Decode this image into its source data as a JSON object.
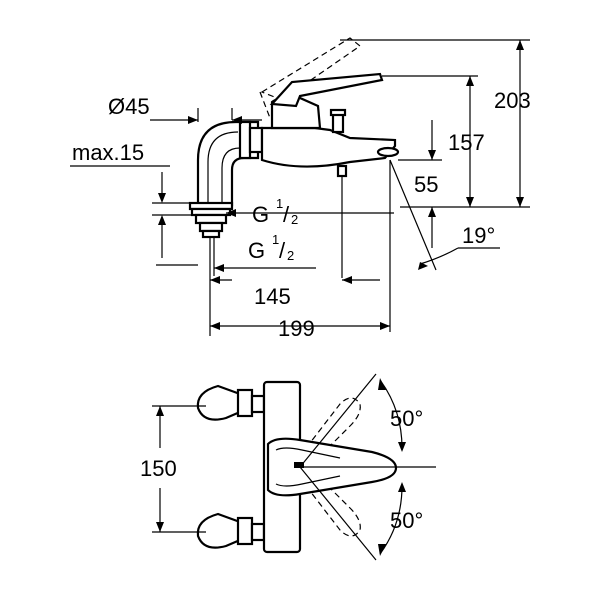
{
  "drawing": {
    "side_view": {
      "dim_diameter": "Ø45",
      "dim_max_thickness": "max.15",
      "thread_upper": "G",
      "thread_lower": "G",
      "thread_fraction_num": "1",
      "thread_fraction_den": "2",
      "dim_overall_height": "203",
      "dim_spout_height": "157",
      "dim_spout_outlet": "55",
      "dim_angle": "19°",
      "dim_spout_reach": "145",
      "dim_overall_width": "199"
    },
    "top_view": {
      "dim_centers": "150",
      "dim_angle_up": "50°",
      "dim_angle_down": "50°"
    }
  }
}
